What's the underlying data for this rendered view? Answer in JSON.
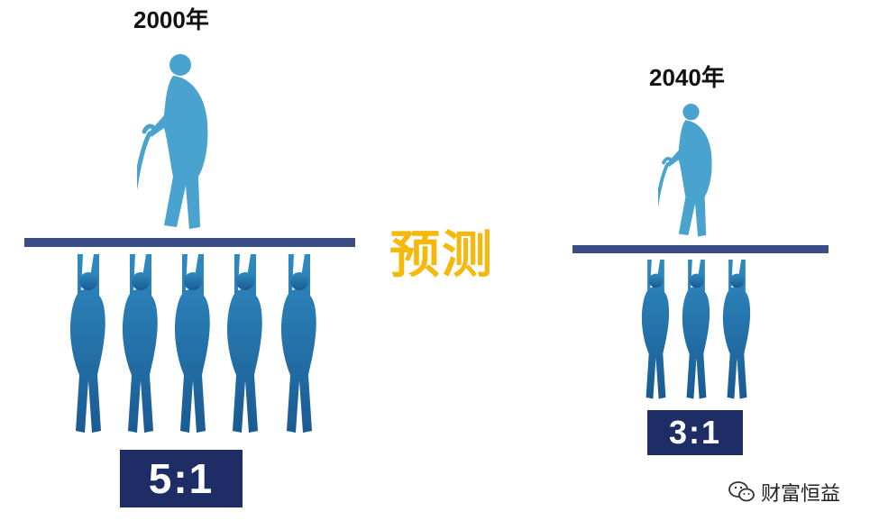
{
  "left": {
    "year": "2000年",
    "ratio": "5:1",
    "supporters": 5
  },
  "right": {
    "year": "2040年",
    "ratio": "3:1",
    "supporters": 3
  },
  "center_label": "预测",
  "watermark": {
    "text": "财富恒益",
    "icon": "wechat-icon"
  },
  "colors": {
    "elder": "#4aa3cf",
    "supporter_top": "#2a7fb0",
    "supporter_bottom": "#1d5c93",
    "bar": "#3b4d86",
    "ratio_box": "#1f2d66",
    "predict": "#f5b80c"
  }
}
